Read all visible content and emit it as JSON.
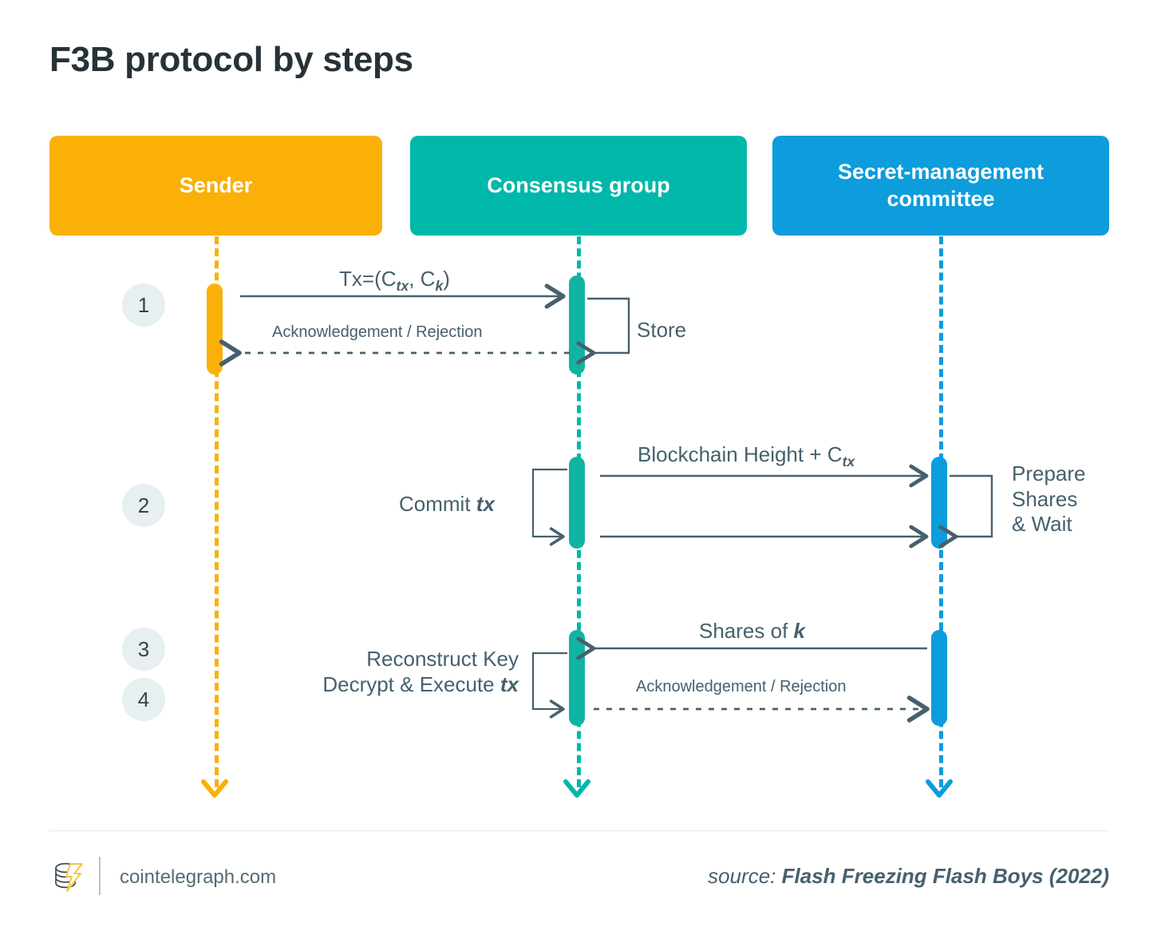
{
  "title": "F3B protocol by steps",
  "actors": [
    {
      "name": "sender",
      "label": "Sender",
      "color": "#FBB008"
    },
    {
      "name": "consensus",
      "label": "Consensus group",
      "color": "#00B8A9"
    },
    {
      "name": "smc",
      "label": "Secret-management committee",
      "color": "#0D9CDC"
    }
  ],
  "steps": [
    {
      "number": "1"
    },
    {
      "number": "2"
    },
    {
      "number": "3"
    },
    {
      "number": "4"
    }
  ],
  "messages": {
    "tx": {
      "text": "Tx=(Ctx, Ck)",
      "prefix": "Tx=(C",
      "sub1": "tx",
      "mid": ", C",
      "sub2": "k",
      "suffix": ")"
    },
    "acknowledgement_1": "Acknowledgement / Rejection",
    "store": "Store",
    "commit": {
      "prefix": "Commit ",
      "italic": "tx"
    },
    "blockchain_height": {
      "prefix": "Blockchain Height + C",
      "sub": "tx"
    },
    "prepare_shares_wait": {
      "line1": "Prepare",
      "line2": "Shares",
      "line3": "& Wait"
    },
    "shares_of_k": {
      "prefix": "Shares of ",
      "italic": "k"
    },
    "acknowledgement_2": "Acknowledgement / Rejection",
    "reconstruct": {
      "line1": "Reconstruct Key",
      "line2_prefix": "Decrypt & Execute ",
      "line2_italic": "tx"
    }
  },
  "footer": {
    "site": "cointelegraph.com",
    "source_prefix": "source: ",
    "source_title": "Flash Freezing Flash Boys (2022)"
  },
  "colors": {
    "sender": "#FBB008",
    "consensus": "#00B8A9",
    "smc": "#0D9CDC",
    "text": "#46606e",
    "title": "#263238",
    "badge_bg": "#E7EFF1"
  }
}
